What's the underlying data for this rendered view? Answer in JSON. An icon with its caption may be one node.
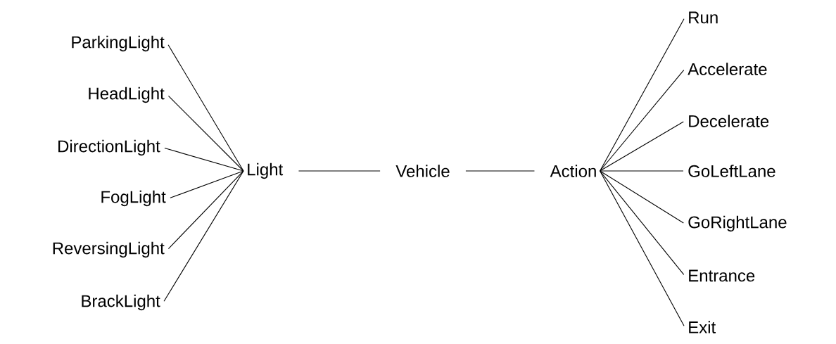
{
  "diagram": {
    "nodes": [
      {
        "text": [
          "ParkingLight"
        ]
      },
      {
        "text": [
          "HeadLight"
        ]
      },
      {
        "text": [
          "DirectionLight"
        ]
      },
      {
        "text": [
          "FogLight"
        ]
      },
      {
        "text": [
          "ReversingLight"
        ]
      },
      {
        "text": [
          "BrackLight"
        ]
      },
      {
        "text": [
          "Light"
        ]
      },
      {
        "text": [
          "Vehicle"
        ]
      },
      {
        "text": [
          "Action"
        ]
      },
      {
        "text": [
          "Run"
        ]
      },
      {
        "text": [
          "Accelerate"
        ]
      },
      {
        "text": [
          "Decelerate"
        ]
      },
      {
        "text": [
          "GoLeftLane"
        ]
      },
      {
        "text": [
          "GoRightLane"
        ]
      },
      {
        "text": [
          "Entrance"
        ]
      },
      {
        "text": [
          "Exit"
        ]
      }
    ],
    "edges": [
      {
        "from": 7,
        "to": 6,
        "arrow": "none"
      },
      {
        "from": 7,
        "to": 8,
        "arrow": "none"
      },
      {
        "from": 6,
        "to": 0,
        "arrow": "none"
      },
      {
        "from": 6,
        "to": 1,
        "arrow": "none"
      },
      {
        "from": 6,
        "to": 2,
        "arrow": "none"
      },
      {
        "from": 6,
        "to": 3,
        "arrow": "none"
      },
      {
        "from": 6,
        "to": 4,
        "arrow": "none"
      },
      {
        "from": 6,
        "to": 5,
        "arrow": "none"
      },
      {
        "from": 8,
        "to": 9,
        "arrow": "none"
      },
      {
        "from": 8,
        "to": 10,
        "arrow": "none"
      },
      {
        "from": 8,
        "to": 11,
        "arrow": "none"
      },
      {
        "from": 8,
        "to": 12,
        "arrow": "none"
      },
      {
        "from": 8,
        "to": 13,
        "arrow": "none"
      },
      {
        "from": 8,
        "to": 14,
        "arrow": "none"
      },
      {
        "from": 8,
        "to": 15,
        "arrow": "none"
      }
    ]
  }
}
